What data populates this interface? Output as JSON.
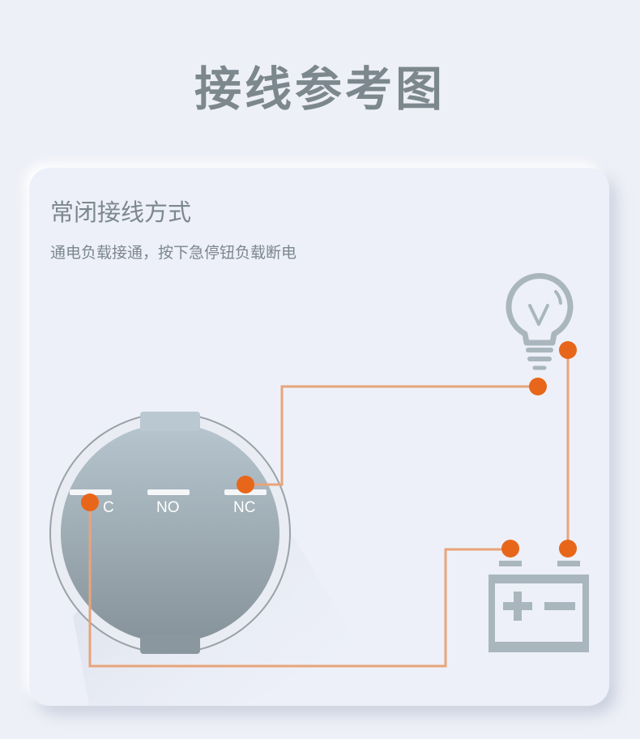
{
  "page": {
    "title": "接线参考图"
  },
  "card": {
    "title": "常闭接线方式",
    "subtitle": "通电负载接通，按下急停钮负载断电"
  },
  "switch": {
    "terminals": [
      "C",
      "NO",
      "NC"
    ]
  },
  "icons": {
    "bulb": "light-bulb-icon",
    "battery": "battery-icon"
  },
  "colors": {
    "background": "#eef0f7",
    "title_text": "#7c878e",
    "wire": "#e8a47a",
    "terminal_dot": "#e8661a",
    "icon_gray": "#a9b6bd",
    "switch_top": "#b4c3cc",
    "switch_bottom": "#8a969e"
  }
}
